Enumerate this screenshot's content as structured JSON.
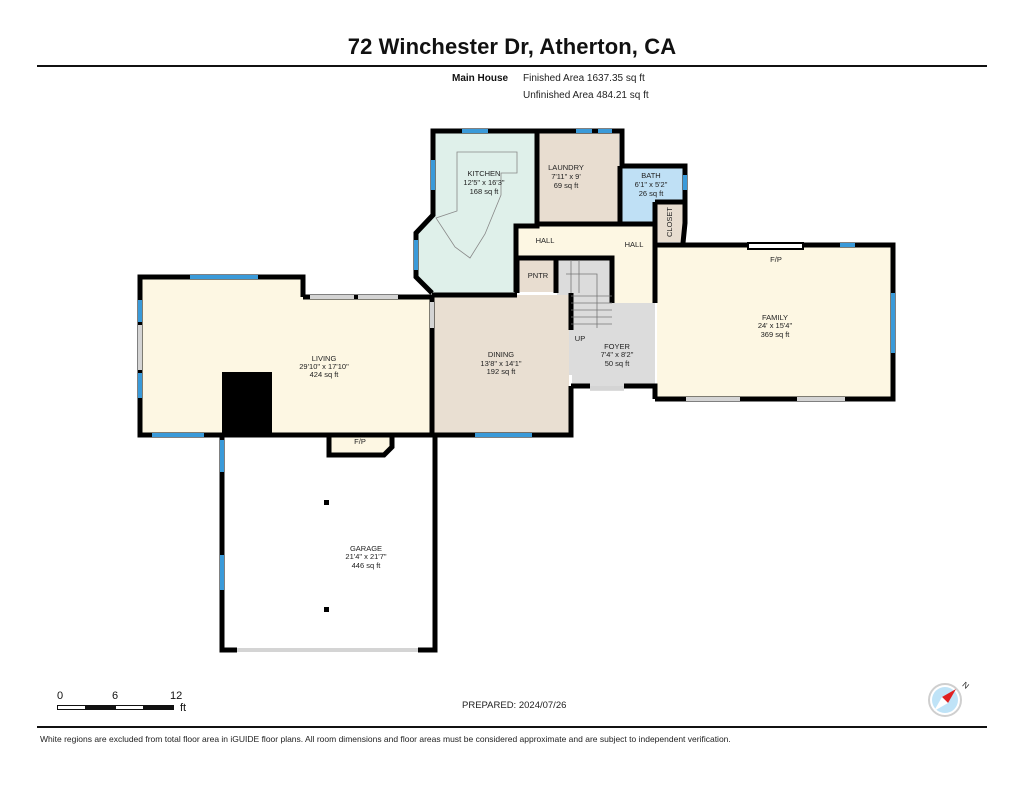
{
  "header": {
    "title": "72 Winchester Dr, Atherton, CA"
  },
  "areas": {
    "label": "Main House",
    "finished": "Finished Area 1637.35 sq ft",
    "unfinished": "Unfinished Area 484.21 sq ft"
  },
  "rooms": {
    "kitchen": {
      "name": "KITCHEN",
      "dims": "12'5\" x 16'3\"",
      "area": "168 sq ft"
    },
    "laundry": {
      "name": "LAUNDRY",
      "dims": "7'11\" x 9'",
      "area": "69 sq ft"
    },
    "bath": {
      "name": "BATH",
      "dims": "6'1\" x 5'2\"",
      "area": "26 sq ft"
    },
    "closet": {
      "name": "CLOSET"
    },
    "hall_left": {
      "name": "HALL"
    },
    "hall_right": {
      "name": "HALL"
    },
    "pantry": {
      "name": "PNTR"
    },
    "living": {
      "name": "LIVING",
      "dims": "29'10\" x 17'10\"",
      "area": "424 sq ft"
    },
    "dining": {
      "name": "DINING",
      "dims": "13'8\" x 14'1\"",
      "area": "192 sq ft"
    },
    "foyer": {
      "name": "FOYER",
      "dims": "7'4\" x 8'2\"",
      "area": "50 sq ft"
    },
    "stairs": {
      "name": "UP"
    },
    "family": {
      "name": "FAMILY",
      "dims": "24' x 15'4\"",
      "area": "369 sq ft"
    },
    "family_fp": {
      "name": "F/P"
    },
    "living_fp": {
      "name": "F/P"
    },
    "garage": {
      "name": "GARAGE",
      "dims": "21'4\" x 21'7\"",
      "area": "446 sq ft"
    }
  },
  "colors": {
    "wall": "#000000",
    "window": "#3a9ad9",
    "kitchen": "#dff0ea",
    "laundry": "#e8ddd0",
    "bath": "#bfe0f5",
    "living": "#fdf7e3",
    "dining": "#e9dfd2",
    "foyer": "#dcdcdc",
    "hall": "#fdf7e3",
    "garage": "#ffffff"
  },
  "scale": {
    "ticks": [
      "0",
      "6",
      "12"
    ],
    "unit": "ft"
  },
  "footer": {
    "prepared": "PREPARED: 2024/07/26",
    "compass_label": "N",
    "disclaimer": "White regions are excluded from total floor area in iGUIDE floor plans. All room dimensions and floor areas must be considered approximate and are subject to independent verification."
  }
}
